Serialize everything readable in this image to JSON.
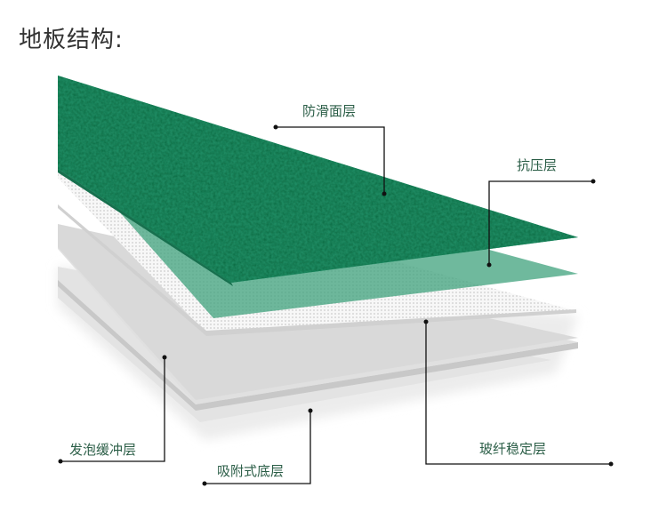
{
  "title": "地板结构:",
  "colors": {
    "top_layer": "#1f8c63",
    "pressure_layer": "#6bb89a",
    "fiberglass_layer": "#f3f3f3",
    "foam_layer": "#dcdcdc",
    "base_layer": "#e2e2e2",
    "label_text": "#2b5e47",
    "leader_line": "#111111"
  },
  "layers": [
    {
      "id": "anti-slip",
      "label": "防滑面层"
    },
    {
      "id": "pressure",
      "label": "抗压层"
    },
    {
      "id": "fiberglass",
      "label": "玻纤稳定层"
    },
    {
      "id": "foam",
      "label": "发泡缓冲层"
    },
    {
      "id": "base",
      "label": "吸附式底层"
    }
  ]
}
